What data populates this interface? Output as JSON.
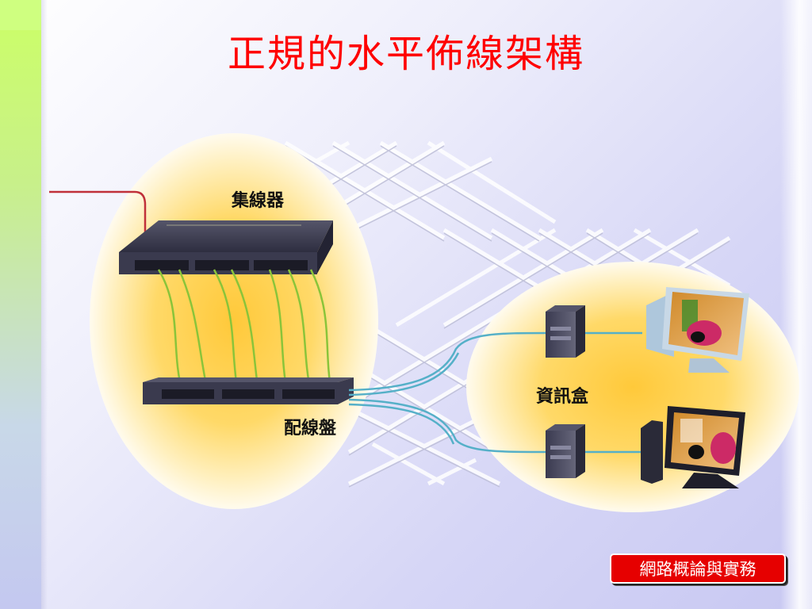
{
  "slide": {
    "title": "正規的水平佈線架構",
    "footer": "網路概論與實務"
  },
  "diagram": {
    "labels": {
      "hub": "集線器",
      "patch_panel": "配線盤",
      "info_box": "資訊盒"
    },
    "colors": {
      "title": "#ff0000",
      "glow": "#ffcc44",
      "patch_cable": "#8ac43a",
      "uplink_cable": "#c0303a",
      "horizontal_cable": "#55b0c8",
      "device": "#3a3a50"
    }
  }
}
